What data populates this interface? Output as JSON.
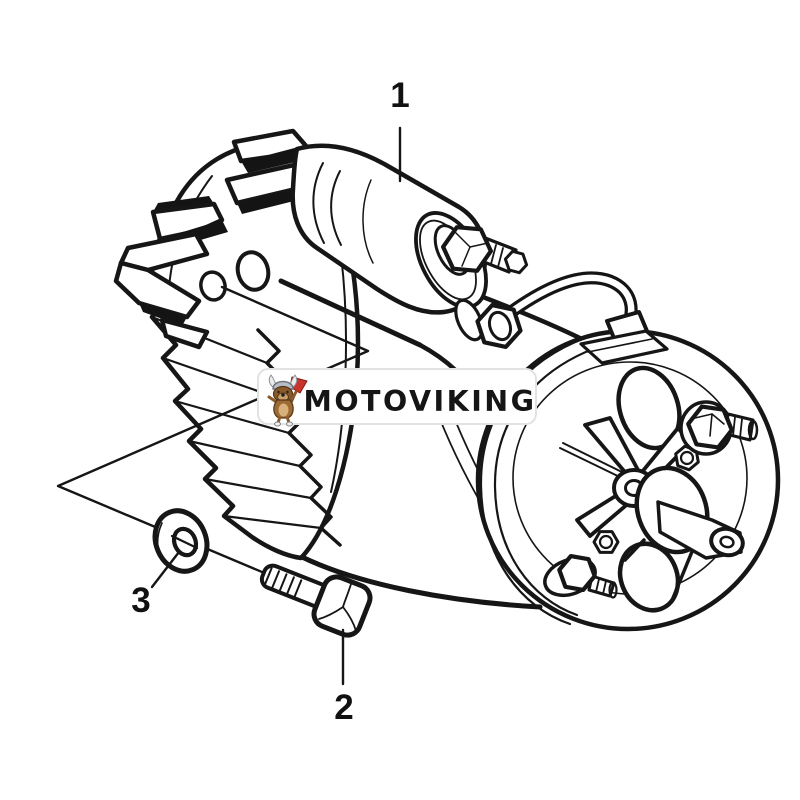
{
  "page": {
    "background": "#ffffff"
  },
  "diagram": {
    "subject": "Starter motor exploded parts diagram",
    "line_color": "#161616",
    "callouts": {
      "part1": {
        "label": "1",
        "points_to": "starter-solenoid-assembly"
      },
      "part2": {
        "label": "2",
        "points_to": "hex-flange-bolt"
      },
      "part3": {
        "label": "3",
        "points_to": "flat-washer"
      }
    }
  },
  "watermark": {
    "text": "MOTOVIKING",
    "text_color": "#151515",
    "box_fill": "#ffffff",
    "box_border": "#e2e2e2",
    "logo": {
      "name": "viking-dog-with-axe",
      "axe_color": "#c8342a",
      "helmet_color": "#b9bec6",
      "fur_color": "#9c6a33",
      "belly_color": "#d7b07c"
    }
  }
}
